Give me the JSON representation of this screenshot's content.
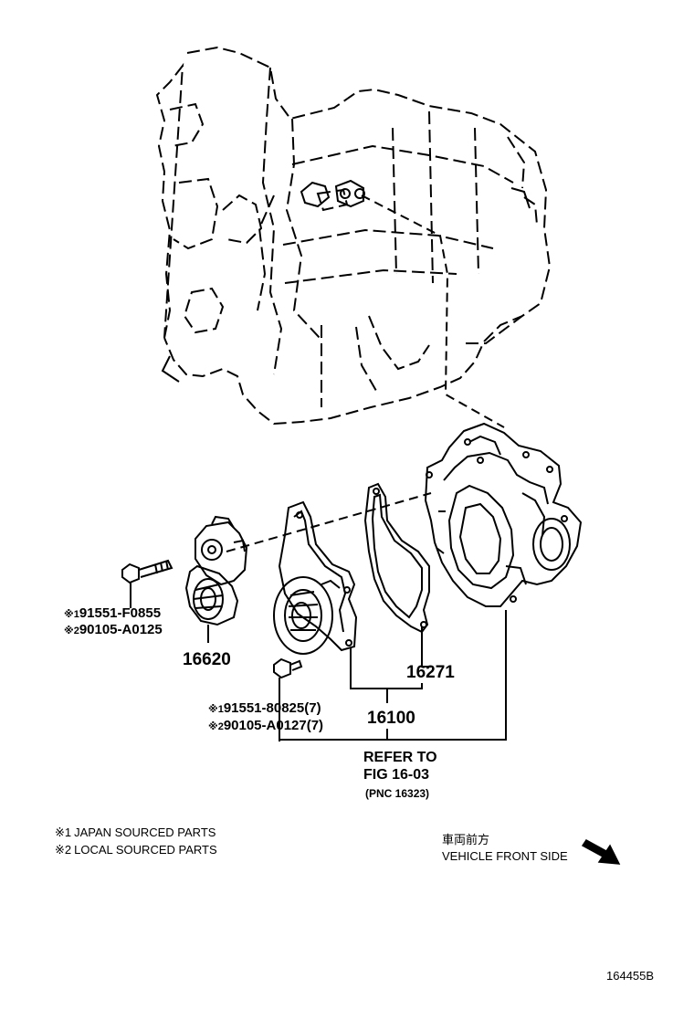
{
  "parts": {
    "tensioner": {
      "number": "16620",
      "bolts": [
        {
          "marker": "※1",
          "code": "91551-F0855"
        },
        {
          "marker": "※2",
          "code": "90105-A0125"
        }
      ]
    },
    "water_pump": {
      "number": "16100",
      "bolts": [
        {
          "marker": "※1",
          "code": "91551-80825(7)"
        },
        {
          "marker": "※2",
          "code": "90105-A0127(7)"
        }
      ]
    },
    "gasket": {
      "number": "16271"
    }
  },
  "reference": {
    "line1": "REFER TO",
    "line2": "FIG 16-03",
    "line3": "(PNC 16323)"
  },
  "legend": [
    {
      "marker": "※1",
      "text": "JAPAN SOURCED PARTS"
    },
    {
      "marker": "※2",
      "text": "LOCAL SOURCED PARTS"
    }
  ],
  "direction": {
    "japanese": "車両前方",
    "english": "VEHICLE FRONT SIDE",
    "icon": "arrow-down-right-icon"
  },
  "diagram_id": "164455B"
}
